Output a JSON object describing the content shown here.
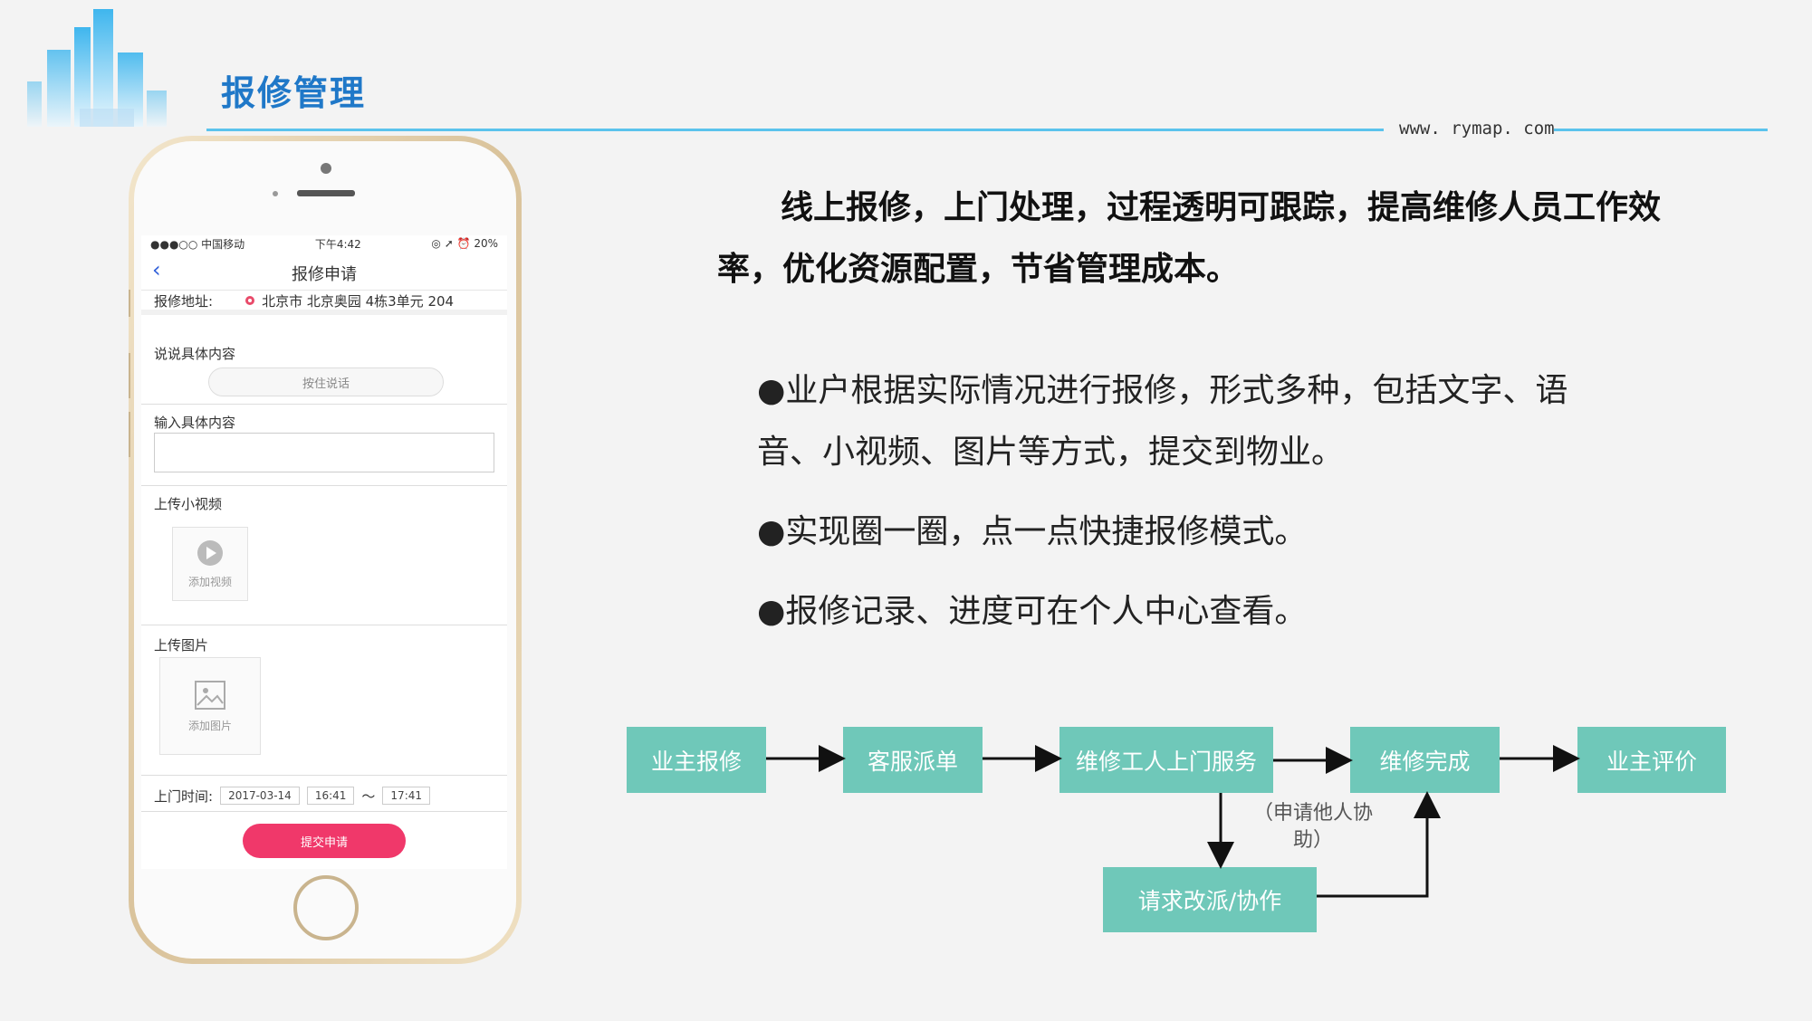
{
  "header": {
    "title": "报修管理",
    "website": "www. rymap. com"
  },
  "intro": "线上报修，上门处理，过程透明可跟踪，提高维修人员工作效率，优化资源配置，节省管理成本。",
  "bullets": [
    "●业户根据实际情况进行报修，形式多种，包括文字、语音、小视频、图片等方式，提交到物业。",
    "●实现圈一圈，点一点快捷报修模式。",
    "●报修记录、进度可在个人中心查看。"
  ],
  "flow": {
    "steps": [
      "业主报修",
      "客服派单",
      "维修工人上门服务",
      "维修完成",
      "业主评价"
    ],
    "branch": "请求改派/协作",
    "note_line1": "（申请他人协",
    "note_line2": "助）"
  },
  "phone": {
    "status_carrier": "●●●○○ 中国移动 ",
    "status_time": "下午4:42",
    "status_right": "◎ ➚ ⏰ 20%",
    "nav_title": "报修申请",
    "address_label": "报修地址:",
    "address_value": "北京市 北京奥园 4栋3单元 204",
    "voice_label": "说说具体内容",
    "voice_button": "按住说话",
    "text_label": "输入具体内容",
    "video_label": "上传小视频",
    "video_add": "添加视频",
    "image_label": "上传图片",
    "image_add": "添加图片",
    "time_label": "上门时间:",
    "date": "2017-03-14",
    "time_start": "16:41",
    "tilde": "〜",
    "time_end": "17:41",
    "submit": "提交申请"
  },
  "colors": {
    "title_blue": "#1f78c8",
    "line_blue": "#5bc3ec",
    "flow_box": "#6fc8b9",
    "submit_red": "#f0386a"
  }
}
